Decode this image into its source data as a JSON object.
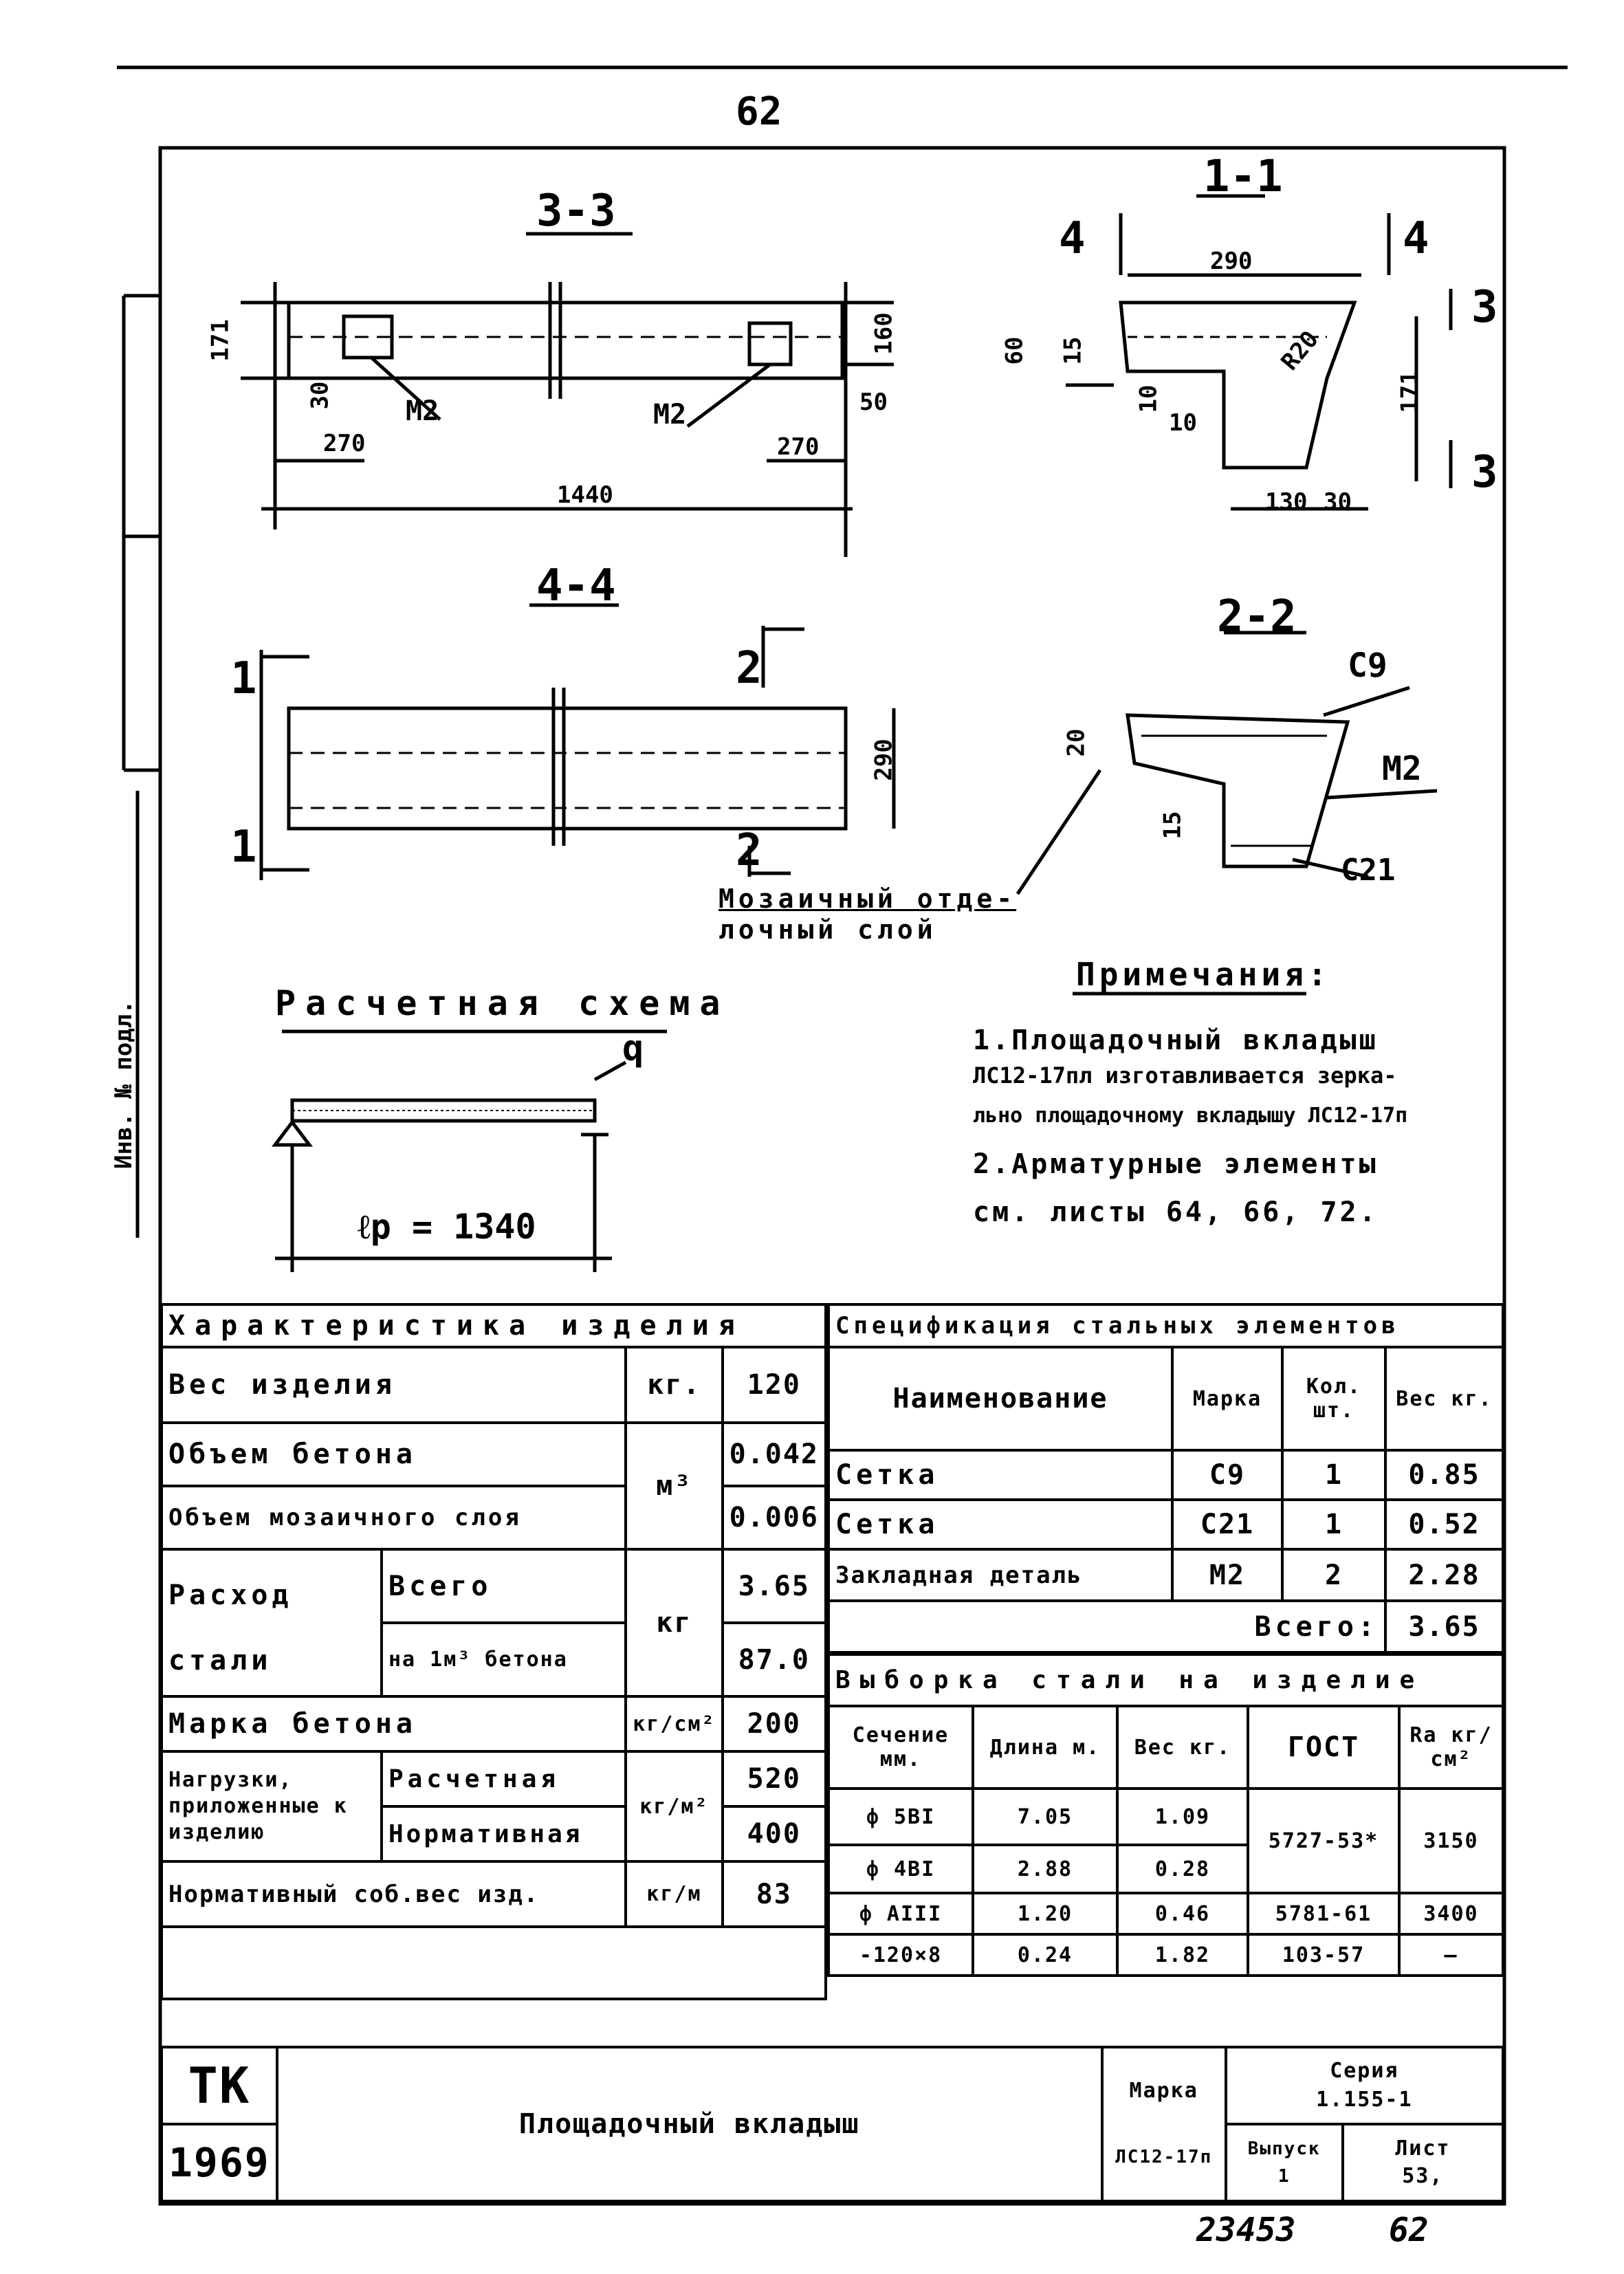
{
  "page_number": "62",
  "section_33": {
    "title": "3-3",
    "dims": [
      "171",
      "30",
      "160",
      "50",
      "270",
      "270",
      "1440"
    ],
    "marks": [
      "M2",
      "M2"
    ]
  },
  "section_11": {
    "title": "1-1",
    "arrow_labels": [
      "4",
      "4",
      "3",
      "3"
    ],
    "dims": [
      "290",
      "60",
      "15",
      "R20",
      "171",
      "10",
      "10",
      "130",
      "30"
    ]
  },
  "section_44": {
    "title": "4-4",
    "arrow_labels": [
      "1",
      "1",
      "2",
      "2"
    ],
    "dims": [
      "290"
    ]
  },
  "section_22": {
    "title": "2-2",
    "labels": [
      "C9",
      "M2",
      "C21"
    ],
    "dims": [
      "20",
      "15"
    ],
    "callout": [
      "Мозаичный отде-",
      "лочный слой"
    ]
  },
  "calc_scheme": {
    "title": "Расчетная схема",
    "load": "q",
    "span": "ℓp = 1340"
  },
  "notes": {
    "title": "Примечания:",
    "lines": [
      "1.Площадочный вкладыш",
      "ЛС12-17пл изготавливается зерка-",
      "льно площадочному вкладышу ЛС12-17п",
      "2.Арматурные элементы",
      "см. листы 64, 66, 72."
    ]
  },
  "side_stamp": "Инв. № подл.",
  "characteristics": {
    "title": "Характеристика изделия",
    "rows": [
      {
        "label": "Вес изделия",
        "unit": "кг.",
        "value": "120"
      },
      {
        "label": "Объем бетона",
        "unit": "м³",
        "value": "0.042"
      },
      {
        "label": "Объем мозаичного слоя",
        "unit": "",
        "value": "0.006"
      },
      {
        "label": "Расход",
        "sub": "Всего",
        "unit": "кг",
        "value": "3.65"
      },
      {
        "label": "стали",
        "sub": "на 1м³ бетона",
        "unit": "",
        "value": "87.0"
      },
      {
        "label": "Марка бетона",
        "unit": "кг/см²",
        "value": "200"
      },
      {
        "label": "Нагрузки, приложенные к изделию",
        "sub": "Расчетная",
        "unit": "кг/м²",
        "value": "520"
      },
      {
        "label": "",
        "sub": "Нормативная",
        "unit": "",
        "value": "400"
      },
      {
        "label": "Нормативный соб.вес изд.",
        "unit": "кг/м",
        "value": "83"
      }
    ]
  },
  "steel_spec": {
    "title": "Спецификация стальных элементов",
    "headers": [
      "Наименование",
      "Марка",
      "Кол. шт.",
      "Вес кг."
    ],
    "rows": [
      [
        "Сетка",
        "С9",
        "1",
        "0.85"
      ],
      [
        "Сетка",
        "С21",
        "1",
        "0.52"
      ],
      [
        "Закладная деталь",
        "М2",
        "2",
        "2.28"
      ]
    ],
    "total_label": "Всего:",
    "total_value": "3.65"
  },
  "steel_selection": {
    "title": "Выборка стали на изделие",
    "headers": [
      "Сечение мм.",
      "Длина м.",
      "Вес кг.",
      "ГОСТ",
      "Ra кг/см²"
    ],
    "rows": [
      [
        "ф 5ВI",
        "7.05",
        "1.09",
        "5727-53*",
        "3150"
      ],
      [
        "ф 4ВI",
        "2.88",
        "0.28",
        "",
        ""
      ],
      [
        "ф АIII",
        "1.20",
        "0.46",
        "5781-61",
        "3400"
      ],
      [
        "-120×8",
        "0.24",
        "1.82",
        "103-57",
        "—"
      ]
    ]
  },
  "title_block": {
    "org": "ТК",
    "year": "1969",
    "name": "Площадочный вкладыш",
    "mark_label": "Марка",
    "mark_value": "ЛС12-17п",
    "series_label": "Серия",
    "series_value": "1.155-1",
    "issue_label": "Выпуск",
    "issue_value": "1",
    "sheet_label": "Лист",
    "sheet_value": "53,"
  },
  "footer": {
    "inventory": "23453",
    "sheet_hand": "62"
  }
}
